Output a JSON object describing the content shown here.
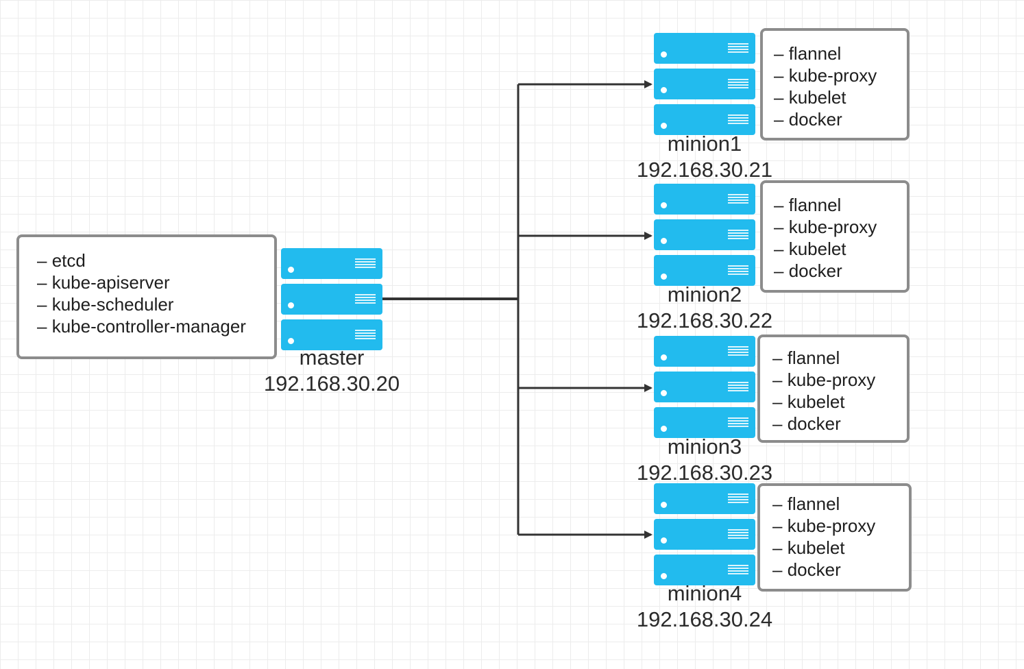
{
  "master": {
    "name": "master",
    "ip": "192.168.30.20",
    "components": [
      "etcd",
      "kube-apiserver",
      "kube-scheduler",
      "kube-controller-manager"
    ]
  },
  "minions": [
    {
      "name": "minion1",
      "ip": "192.168.30.21",
      "components": [
        "flannel",
        "kube-proxy",
        "kubelet",
        "docker"
      ]
    },
    {
      "name": "minion2",
      "ip": "192.168.30.22",
      "components": [
        "flannel",
        "kube-proxy",
        "kubelet",
        "docker"
      ]
    },
    {
      "name": "minion3",
      "ip": "192.168.30.23",
      "components": [
        "flannel",
        "kube-proxy",
        "kubelet",
        "docker"
      ]
    },
    {
      "name": "minion4",
      "ip": "192.168.30.24",
      "components": [
        "flannel",
        "kube-proxy",
        "kubelet",
        "docker"
      ]
    }
  ],
  "colors": {
    "server": "#22bbee",
    "box_border": "#8c8c8c",
    "connector": "#333333"
  }
}
